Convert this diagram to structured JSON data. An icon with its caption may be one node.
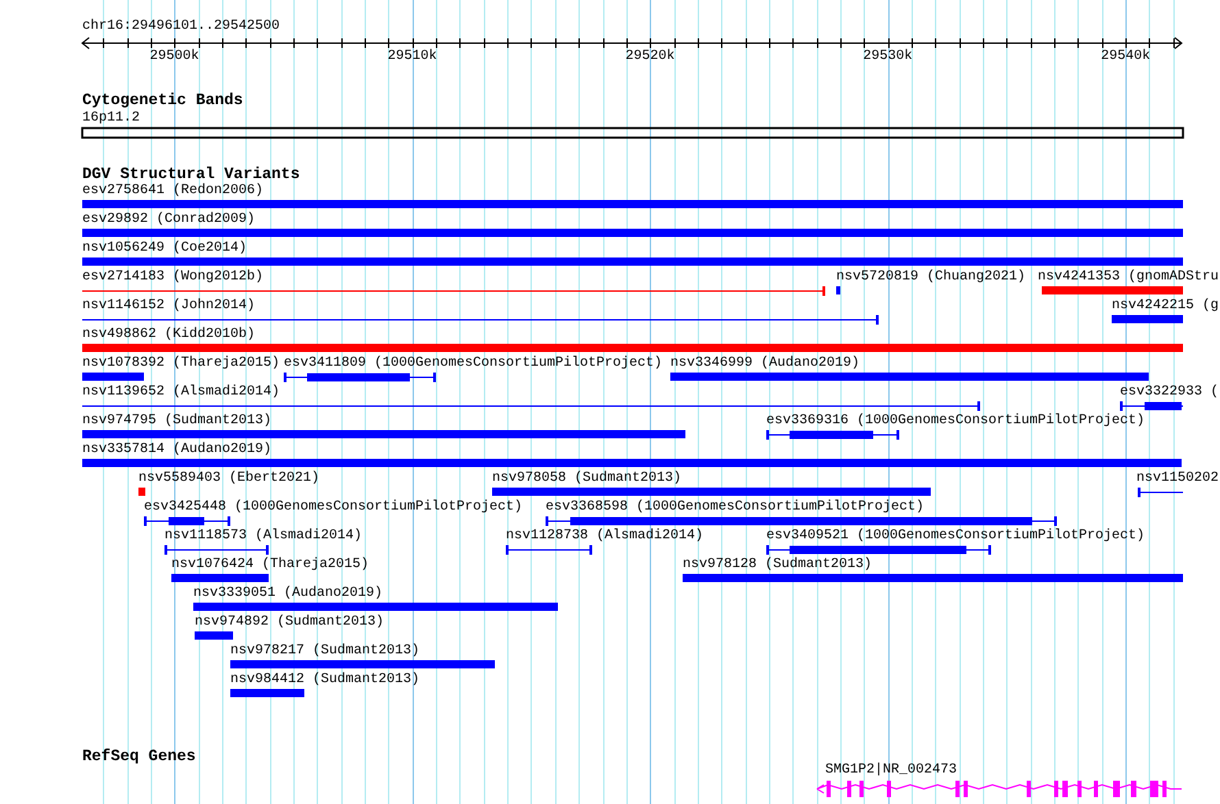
{
  "diagram": {
    "nodes": [
      {
        "text": [
          "16p11.2"
        ]
      },
      {
        "text": [
          "esv2758641 (Redon2006)"
        ]
      },
      {
        "text": [
          "esv29892 (Conrad2009)"
        ]
      },
      {
        "text": [
          "nsv1056249 (Coe2014)"
        ]
      },
      {
        "text": [
          "esv2714183 (Wong2012b)"
        ]
      },
      {
        "text": [
          "nsv5720819 (Chuang2021)"
        ]
      },
      {
        "text": [
          "nsv4241353 (gnomADStru"
        ]
      },
      {
        "text": [
          "nsv1146152 (John2014)"
        ]
      },
      {
        "text": [
          "nsv4242215 (g"
        ]
      },
      {
        "text": [
          "nsv498862 (Kidd2010b)"
        ]
      },
      {
        "text": [
          "nsv1078392 (Thareja2015)"
        ]
      },
      {
        "text": [
          "esv3411809 (1000GenomesConsortiumPilotProject)"
        ]
      },
      {
        "text": [
          "nsv3346999 (Audano2019)"
        ]
      },
      {
        "text": [
          "nsv1139652 (Alsmadi2014)"
        ]
      },
      {
        "text": [
          "esv3322933 ("
        ]
      },
      {
        "text": [
          "nsv974795 (Sudmant2013)"
        ]
      },
      {
        "text": [
          "esv3369316 (1000GenomesConsortiumPilotProject)"
        ]
      },
      {
        "text": [
          "nsv3357814 (Audano2019)"
        ]
      },
      {
        "text": [
          "nsv5589403 (Ebert2021)"
        ]
      },
      {
        "text": [
          "nsv978058 (Sudmant2013)"
        ]
      },
      {
        "text": [
          "nsv1150202"
        ]
      },
      {
        "text": [
          "esv3425448 (1000GenomesConsortiumPilotProject)"
        ]
      },
      {
        "text": [
          "esv3368598 (1000GenomesConsortiumPilotProject)"
        ]
      },
      {
        "text": [
          "nsv1118573 (Alsmadi2014)"
        ]
      },
      {
        "text": [
          "nsv1128738 (Alsmadi2014)"
        ]
      },
      {
        "text": [
          "esv3409521 (1000GenomesConsortiumPilotProject)"
        ]
      },
      {
        "text": [
          "nsv1076424 (Thareja2015)"
        ]
      },
      {
        "text": [
          "nsv978128 (Sudmant2013)"
        ]
      },
      {
        "text": [
          "nsv3339051 (Audano2019)"
        ]
      },
      {
        "text": [
          "nsv974892 (Sudmant2013)"
        ]
      },
      {
        "text": [
          "nsv978217 (Sudmant2013)"
        ]
      },
      {
        "text": [
          "nsv984412 (Sudmant2013)"
        ]
      },
      {
        "text": [
          "SMG1P2|NR_002473"
        ]
      }
    ],
    "labels": [
      "chr16:29496101..29542500",
      "29500k",
      "29510k",
      "29520k",
      "29530k",
      "29540k",
      "Cytogenetic Bands",
      "DGV Structural Variants",
      "RefSeq Genes"
    ]
  }
}
